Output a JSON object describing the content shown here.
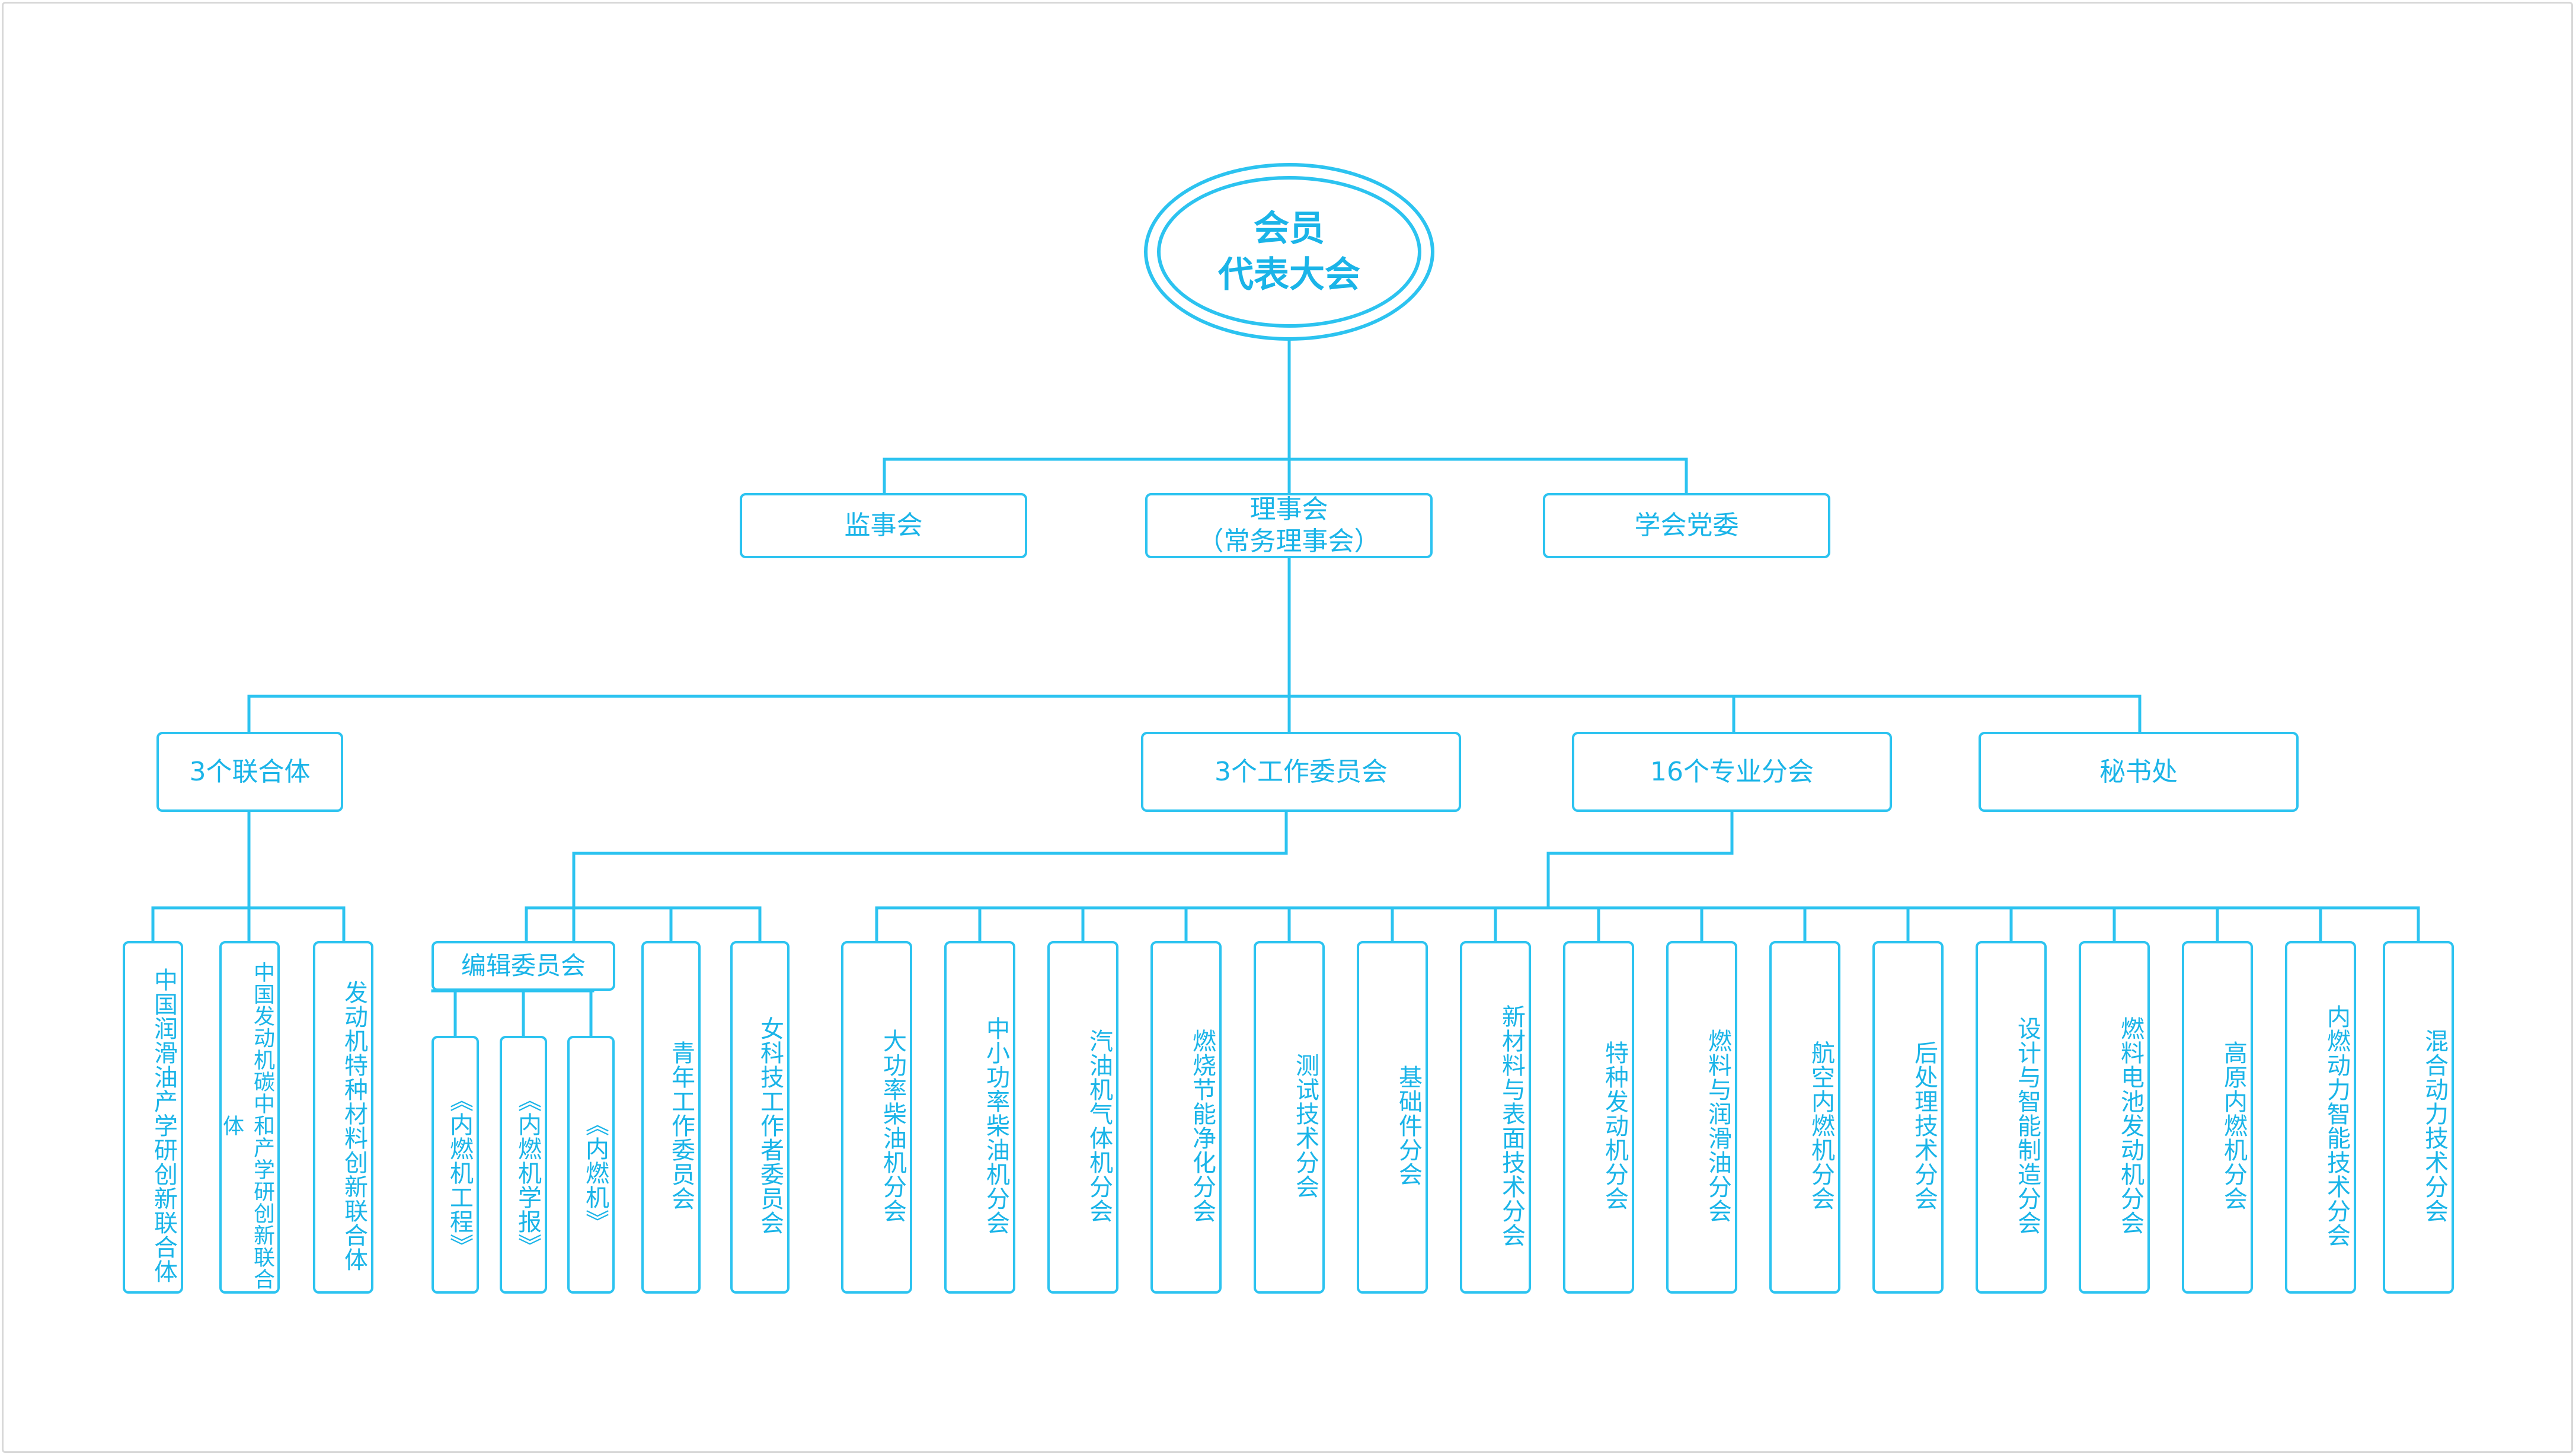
{
  "root": {
    "line1": "会员",
    "line2": "代表大会"
  },
  "level1": {
    "supervisors": "监事会",
    "council": {
      "line1": "理事会",
      "line2": "（常务理事会）"
    },
    "party": "学会党委"
  },
  "level2": {
    "alliances": "3个联合体",
    "committees": "3个工作委员会",
    "branches": "16个专业分会",
    "secretariat": "秘书处"
  },
  "alliances": [
    "中国润滑油产学研创新联合体",
    "中国发动机碳中和产学研创新联合体",
    "发动机特种材料创新联合体"
  ],
  "committees": {
    "editorial": "编辑委员会",
    "journals": [
      "《内燃机工程》",
      "《内燃机学报》",
      "《内燃机》"
    ],
    "youth": "青年工作委员会",
    "women": "女科技工作者委员会"
  },
  "branches": [
    "大功率柴油机分会",
    "中小功率柴油机分会",
    "汽油机气体机分会",
    "燃烧节能净化分会",
    "测试技术分会",
    "基础件分会",
    "新材料与表面技术分会",
    "特种发动机分会",
    "燃料与润滑油分会",
    "航空内燃机分会",
    "后处理技术分会",
    "设计与智能制造分会",
    "燃料电池发动机分会",
    "高原内燃机分会",
    "内燃动力智能技术分会",
    "混合动力技术分会"
  ],
  "colors": {
    "line": "#2cc3f0",
    "text": "#1ab4e8",
    "border": "#d8d8d8"
  }
}
